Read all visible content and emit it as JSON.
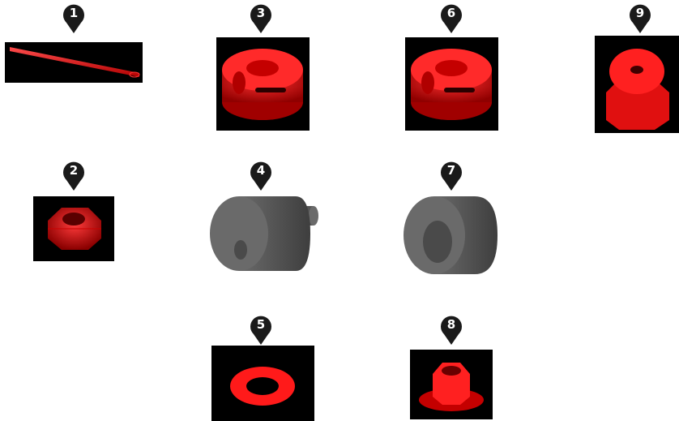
{
  "parts": [
    {
      "number": "1",
      "name": "pin"
    },
    {
      "number": "2",
      "name": "hex nut"
    },
    {
      "number": "3",
      "name": "spacer with slot"
    },
    {
      "number": "4",
      "name": "stepped bushing"
    },
    {
      "number": "5",
      "name": "washer"
    },
    {
      "number": "6",
      "name": "spacer with slot"
    },
    {
      "number": "7",
      "name": "sleeve"
    },
    {
      "number": "8",
      "name": "flange nut"
    },
    {
      "number": "9",
      "name": "cap nut"
    }
  ],
  "colors": {
    "highlight": "#ff1a1a",
    "background": "#000000",
    "marker": "#1a1a1a",
    "gray_part": "#5a5a5a"
  }
}
